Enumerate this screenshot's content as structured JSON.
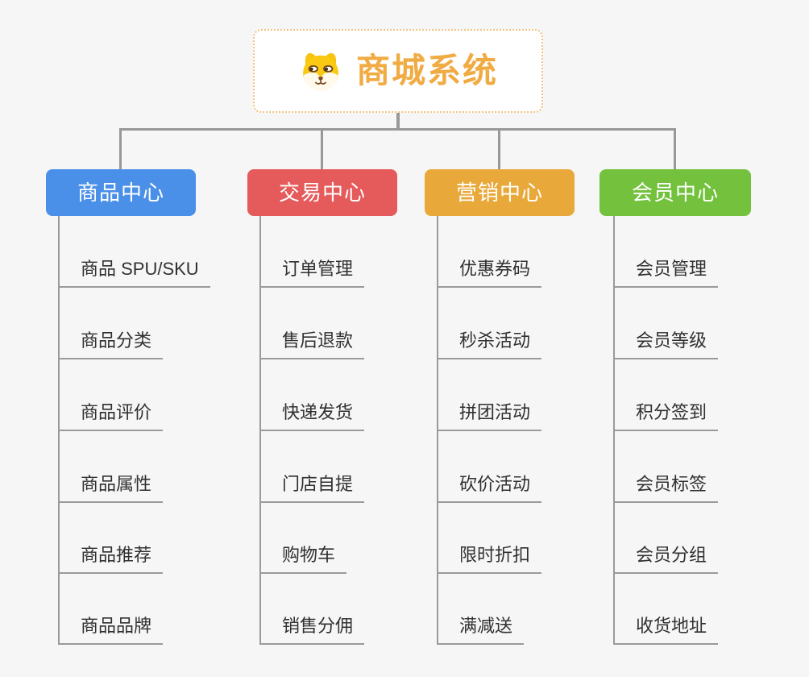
{
  "root": {
    "title": "商城系统",
    "icon": "shiba-dog-icon"
  },
  "branches": [
    {
      "label": "商品中心",
      "color": "#4a90e8",
      "items": [
        "商品 SPU/SKU",
        "商品分类",
        "商品评价",
        "商品属性",
        "商品推荐",
        "商品品牌"
      ]
    },
    {
      "label": "交易中心",
      "color": "#e55a5a",
      "items": [
        "订单管理",
        "售后退款",
        "快递发货",
        "门店自提",
        "购物车",
        "销售分佣"
      ]
    },
    {
      "label": "营销中心",
      "color": "#e9a93a",
      "items": [
        "优惠券码",
        "秒杀活动",
        "拼团活动",
        "砍价活动",
        "限时折扣",
        "满减送"
      ]
    },
    {
      "label": "会员中心",
      "color": "#73c13d",
      "items": [
        "会员管理",
        "会员等级",
        "积分签到",
        "会员标签",
        "会员分组",
        "收货地址"
      ]
    }
  ],
  "style": {
    "root_text_color": "#f0ab43",
    "root_border_color": "#f2c27c",
    "connector_color": "#989898",
    "leaf_text_color": "#303030"
  }
}
